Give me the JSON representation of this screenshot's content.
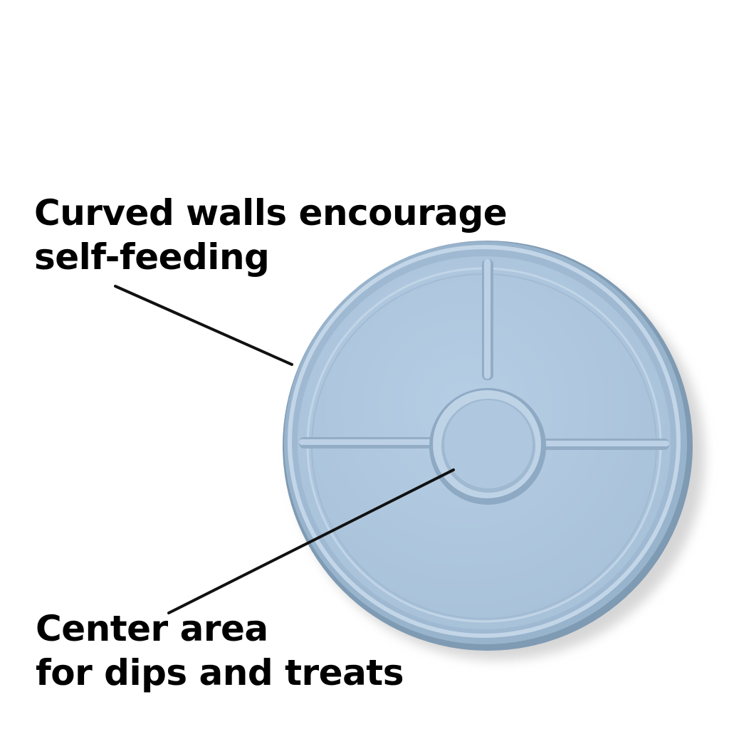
{
  "captions": {
    "top": {
      "line1": "Curved walls encourage",
      "line2": "self-feeding"
    },
    "bottom": {
      "line1": "Center area",
      "line2": "for dips and treats"
    }
  },
  "product": {
    "name": "divided plate",
    "compartments": 5,
    "colors": {
      "plate_face": "#adc6de",
      "plate_rim": "#7f9ab3",
      "rim_highlight": "#c5d8ea",
      "shadow": "#d9d9d9",
      "leader_line": "#111111"
    }
  }
}
